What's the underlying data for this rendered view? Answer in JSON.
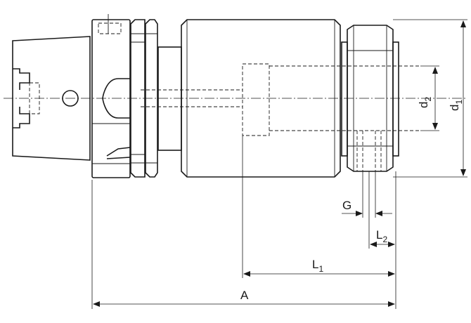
{
  "labels": {
    "G": "G",
    "L2": {
      "main": "L",
      "sub": "2"
    },
    "L1": {
      "main": "L",
      "sub": "1"
    },
    "A": "A",
    "d1": {
      "main": "d",
      "sub": "1"
    },
    "d2": {
      "main": "d",
      "sub": "2"
    }
  }
}
